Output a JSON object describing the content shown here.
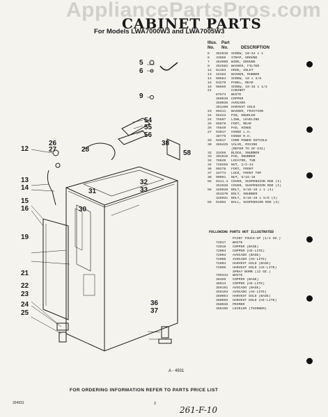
{
  "watermark": "AppliancePartsPros.com",
  "title": "CABINET PARTS",
  "subtitle": "For Models LWA7000W3 and LWA7005W3",
  "headers": {
    "illus_no": "Illus.\nNo.",
    "part_no": "Part\nNo.",
    "description": "DESCRIPTION"
  },
  "parts": [
    {
      "ill": "5",
      "part": "352848",
      "desc": "SCREW, 10-24 x 1"
    },
    {
      "ill": "6",
      "part": "33966",
      "desc": "STRAP, GROUND"
    },
    {
      "ill": "7",
      "part": "364089",
      "desc": "WIRE, GROUND"
    },
    {
      "ill": "8",
      "part": "352582",
      "desc": "WASHER, FILTER"
    },
    {
      "ill": "12",
      "part": "61183",
      "desc": "HOSE, INLET"
    },
    {
      "ill": "13",
      "part": "16183",
      "desc": "WASHER, RUBBER"
    },
    {
      "ill": "14",
      "part": "90564",
      "desc": "SCREW, 10 x 3/8"
    },
    {
      "ill": "15",
      "part": "53279",
      "desc": "PANEL, REAR"
    },
    {
      "ill": "19",
      "part": "98665",
      "desc": "SCREW, 10-16 x 1/2"
    },
    {
      "ill": "21",
      "part": "",
      "desc": "CABINET"
    },
    {
      "ill": "",
      "part": "87574",
      "desc": "WHITE"
    },
    {
      "ill": "",
      "part": "360939",
      "desc": "COPPER"
    },
    {
      "ill": "",
      "part": "350036",
      "desc": "AVOCADO"
    },
    {
      "ill": "",
      "part": "351480",
      "desc": "HARVEST GOLD"
    },
    {
      "ill": "23",
      "part": "66411",
      "desc": "WASHER, FRICTION"
    },
    {
      "ill": "24",
      "part": "55423",
      "desc": "PIN, KNURLED"
    },
    {
      "ill": "24",
      "part": "75587",
      "desc": "LINK, LEVELING"
    },
    {
      "ill": "25",
      "part": "95879",
      "desc": "FOOT, REAR"
    },
    {
      "ill": "26",
      "part": "75649",
      "desc": "PAD, HINGE"
    },
    {
      "ill": "27",
      "part": "93017",
      "desc": "HINGE L.H."
    },
    {
      "ill": "",
      "part": "38775",
      "desc": "HINGE R.H."
    },
    {
      "ill": "28",
      "part": "92617",
      "desc": "CORD POWER OUTCOLE"
    },
    {
      "ill": "30",
      "part": "365425",
      "desc": "VALVE, MIXING"
    },
    {
      "ill": "",
      "part": "",
      "desc": "(REFER TO SF-241)"
    },
    {
      "ill": "32",
      "part": "33456",
      "desc": "BLOCK, SNUBBER"
    },
    {
      "ill": "33",
      "part": "392615",
      "desc": "PAD, SNUBBER"
    },
    {
      "ill": "34",
      "part": "78649",
      "desc": "LOCATOR, TUB"
    },
    {
      "ill": "34",
      "part": "720255",
      "desc": "NUT, 1/2-13"
    },
    {
      "ill": "36",
      "part": "90278",
      "desc": "FOOT, FRONT"
    },
    {
      "ill": "37",
      "part": "18774",
      "desc": "LOCK, FRONT TOP"
    },
    {
      "ill": "38",
      "part": "90961",
      "desc": "NUT, 5/16-18"
    },
    {
      "ill": "55",
      "part": "9411.4",
      "desc": "COVER, SUSPENSION ROD (I)"
    },
    {
      "ill": "",
      "part": "352938",
      "desc": "COVER, SUSPENSION ROD (I)"
    },
    {
      "ill": "56",
      "part": "326028",
      "desc": "BOLT, 5/16-18 x 1 (4)"
    },
    {
      "ill": "",
      "part": "353370",
      "desc": "BOLT, SNUBBER"
    },
    {
      "ill": "",
      "part": "326031",
      "desc": "BOLT, 5/16-18 x 5/8 (I)"
    },
    {
      "ill": "58",
      "part": "91003",
      "desc": "BALL, SUSPENSION ROD (3)"
    }
  ],
  "not_illustrated_header": "FOLLOWING PARTS NOT ILLUSTRATED",
  "not_illustrated": [
    {
      "part": "",
      "desc": "PAINT TOUCH-UP (1/2 OZ.)"
    },
    {
      "part": "72017",
      "desc": "WHITE"
    },
    {
      "part": "72019",
      "desc": "COPPER (BASE)"
    },
    {
      "part": "72004",
      "desc": "COPPER (HI-LITE)"
    },
    {
      "part": "72003",
      "desc": "AVOCADO (BASE)"
    },
    {
      "part": "72005",
      "desc": "AVOCADO (HI-LITE)"
    },
    {
      "part": "72094",
      "desc": "HARVEST GOLD (BASE)"
    },
    {
      "part": "72095",
      "desc": "HARVEST GOLD (HI-LITE)"
    },
    {
      "part": "",
      "desc": "SPRAY BOMB (12 OZ.)"
    },
    {
      "part": "799343",
      "desc": "WHITE"
    },
    {
      "part": "38485",
      "desc": "COPPER (BASE)"
    },
    {
      "part": "38913",
      "desc": "COPPER (HI-LITE)"
    },
    {
      "part": "359191",
      "desc": "AVOCADO (BASE)"
    },
    {
      "part": "359193",
      "desc": "AVOCADO (HI-LITE)"
    },
    {
      "part": "360054",
      "desc": "HARVEST GOLD (BASE)"
    },
    {
      "part": "360055",
      "desc": "HARVEST GOLD (HI-LITE)"
    },
    {
      "part": "350036",
      "desc": "PRIMER"
    },
    {
      "part": "356495",
      "desc": "LEVELER (THINNER)"
    }
  ],
  "callouts": [
    "5",
    "6",
    "9",
    "54",
    "55",
    "56",
    "58",
    "38",
    "27",
    "26",
    "28",
    "12",
    "13",
    "14",
    "15",
    "16",
    "19",
    "30",
    "31",
    "32",
    "33",
    "21",
    "22",
    "23",
    "24",
    "25",
    "36",
    "37"
  ],
  "figure_id": "A - 4931",
  "footer": "FOR ORDERING INFORMATION REFER TO PARTS PRICE LIST",
  "doc_number": "324931",
  "page_number": "2",
  "handwritten": "261-F-10"
}
